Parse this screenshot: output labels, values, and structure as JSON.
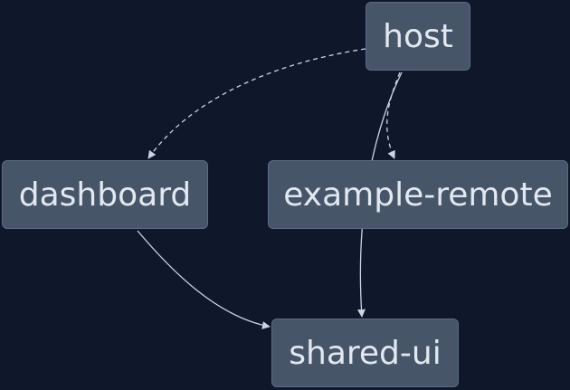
{
  "diagram": {
    "background": "#0f172a",
    "node_fill": "#475569",
    "text_color": "#e2e8f0",
    "edge_color": "#cbd5e1",
    "nodes": [
      {
        "id": "host",
        "label": "host"
      },
      {
        "id": "dashboard",
        "label": "dashboard"
      },
      {
        "id": "example-remote",
        "label": "example-remote"
      },
      {
        "id": "shared-ui",
        "label": "shared-ui"
      }
    ],
    "edges": [
      {
        "from": "host",
        "to": "dashboard",
        "style": "dashed"
      },
      {
        "from": "host",
        "to": "example-remote",
        "style": "dashed"
      },
      {
        "from": "host",
        "to": "shared-ui",
        "style": "solid"
      },
      {
        "from": "dashboard",
        "to": "shared-ui",
        "style": "solid"
      }
    ]
  }
}
